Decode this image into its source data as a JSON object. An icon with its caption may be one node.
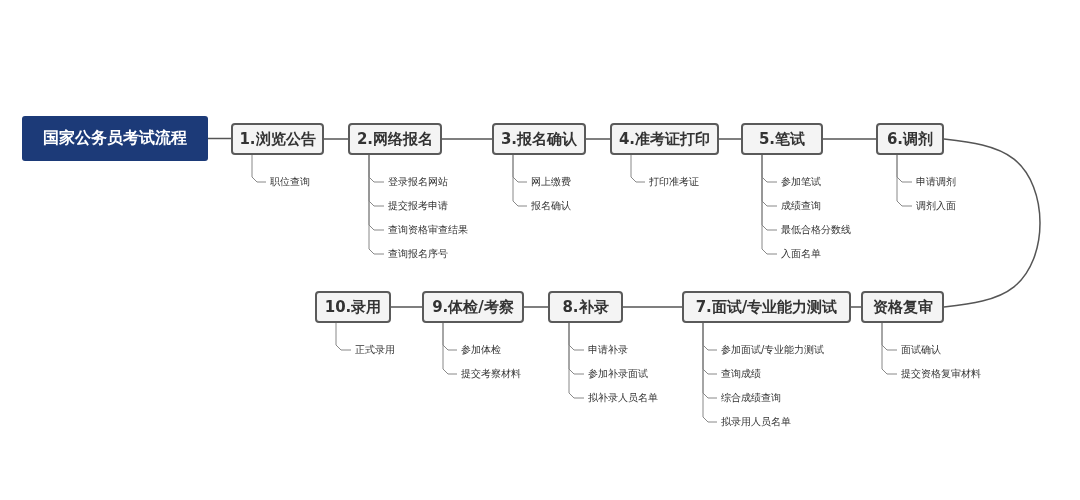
{
  "diagram": {
    "nodes": [
      {
        "text": [
          "国家公务员考试流程"
        ]
      },
      {
        "text": [
          "1.浏览公告"
        ]
      },
      {
        "text": [
          "2.网络报名"
        ]
      },
      {
        "text": [
          "3.报名确认"
        ]
      },
      {
        "text": [
          "4.准考证打印"
        ]
      },
      {
        "text": [
          "5.笔试"
        ]
      },
      {
        "text": [
          "6.调剂"
        ]
      },
      {
        "text": [
          "资格复审"
        ]
      },
      {
        "text": [
          "7.面试/专业能力测试"
        ]
      },
      {
        "text": [
          "8.补录"
        ]
      },
      {
        "text": [
          "9.体检/考察"
        ]
      },
      {
        "text": [
          "10.录用"
        ]
      },
      {
        "text": [
          "职位查询"
        ]
      },
      {
        "text": [
          "登录报名网站"
        ]
      },
      {
        "text": [
          "提交报考申请"
        ]
      },
      {
        "text": [
          "查询资格审查结果"
        ]
      },
      {
        "text": [
          "查询报名序号"
        ]
      },
      {
        "text": [
          "网上缴费"
        ]
      },
      {
        "text": [
          "报名确认"
        ]
      },
      {
        "text": [
          "打印准考证"
        ]
      },
      {
        "text": [
          "参加笔试"
        ]
      },
      {
        "text": [
          "成绩查询"
        ]
      },
      {
        "text": [
          "最低合格分数线"
        ]
      },
      {
        "text": [
          "入面名单"
        ]
      },
      {
        "text": [
          "申请调剂"
        ]
      },
      {
        "text": [
          "调剂入面"
        ]
      },
      {
        "text": [
          "面试确认"
        ]
      },
      {
        "text": [
          "提交资格复审材料"
        ]
      },
      {
        "text": [
          "参加面试/专业能力测试"
        ]
      },
      {
        "text": [
          "查询成绩"
        ]
      },
      {
        "text": [
          "综合成绩查询"
        ]
      },
      {
        "text": [
          "拟录用人员名单"
        ]
      },
      {
        "text": [
          "申请补录"
        ]
      },
      {
        "text": [
          "参加补录面试"
        ]
      },
      {
        "text": [
          "拟补录人员名单"
        ]
      },
      {
        "text": [
          "参加体检"
        ]
      },
      {
        "text": [
          "提交考察材料"
        ]
      },
      {
        "text": [
          "正式录用"
        ]
      }
    ],
    "edges": [
      {
        "from": 0,
        "to": 1,
        "arrow": "none"
      },
      {
        "from": 1,
        "to": 2,
        "arrow": "none"
      },
      {
        "from": 2,
        "to": 3,
        "arrow": "none"
      },
      {
        "from": 3,
        "to": 4,
        "arrow": "none"
      },
      {
        "from": 4,
        "to": 5,
        "arrow": "none"
      },
      {
        "from": 5,
        "to": 6,
        "arrow": "none"
      },
      {
        "from": 6,
        "to": 7,
        "arrow": "none"
      },
      {
        "from": 7,
        "to": 8,
        "arrow": "none"
      },
      {
        "from": 8,
        "to": 9,
        "arrow": "none"
      },
      {
        "from": 9,
        "to": 10,
        "arrow": "none"
      },
      {
        "from": 10,
        "to": 11,
        "arrow": "none"
      },
      {
        "from": 1,
        "to": 12,
        "arrow": "none"
      },
      {
        "from": 2,
        "to": 13,
        "arrow": "none"
      },
      {
        "from": 2,
        "to": 14,
        "arrow": "none"
      },
      {
        "from": 2,
        "to": 15,
        "arrow": "none"
      },
      {
        "from": 2,
        "to": 16,
        "arrow": "none"
      },
      {
        "from": 3,
        "to": 17,
        "arrow": "none"
      },
      {
        "from": 3,
        "to": 18,
        "arrow": "none"
      },
      {
        "from": 4,
        "to": 19,
        "arrow": "none"
      },
      {
        "from": 5,
        "to": 20,
        "arrow": "none"
      },
      {
        "from": 5,
        "to": 21,
        "arrow": "none"
      },
      {
        "from": 5,
        "to": 22,
        "arrow": "none"
      },
      {
        "from": 5,
        "to": 23,
        "arrow": "none"
      },
      {
        "from": 6,
        "to": 24,
        "arrow": "none"
      },
      {
        "from": 6,
        "to": 25,
        "arrow": "none"
      },
      {
        "from": 7,
        "to": 26,
        "arrow": "none"
      },
      {
        "from": 7,
        "to": 27,
        "arrow": "none"
      },
      {
        "from": 8,
        "to": 28,
        "arrow": "none"
      },
      {
        "from": 8,
        "to": 29,
        "arrow": "none"
      },
      {
        "from": 8,
        "to": 30,
        "arrow": "none"
      },
      {
        "from": 8,
        "to": 31,
        "arrow": "none"
      },
      {
        "from": 9,
        "to": 32,
        "arrow": "none"
      },
      {
        "from": 9,
        "to": 33,
        "arrow": "none"
      },
      {
        "from": 9,
        "to": 34,
        "arrow": "none"
      },
      {
        "from": 10,
        "to": 35,
        "arrow": "none"
      },
      {
        "from": 10,
        "to": 36,
        "arrow": "none"
      },
      {
        "from": 11,
        "to": 37,
        "arrow": "none"
      }
    ]
  }
}
